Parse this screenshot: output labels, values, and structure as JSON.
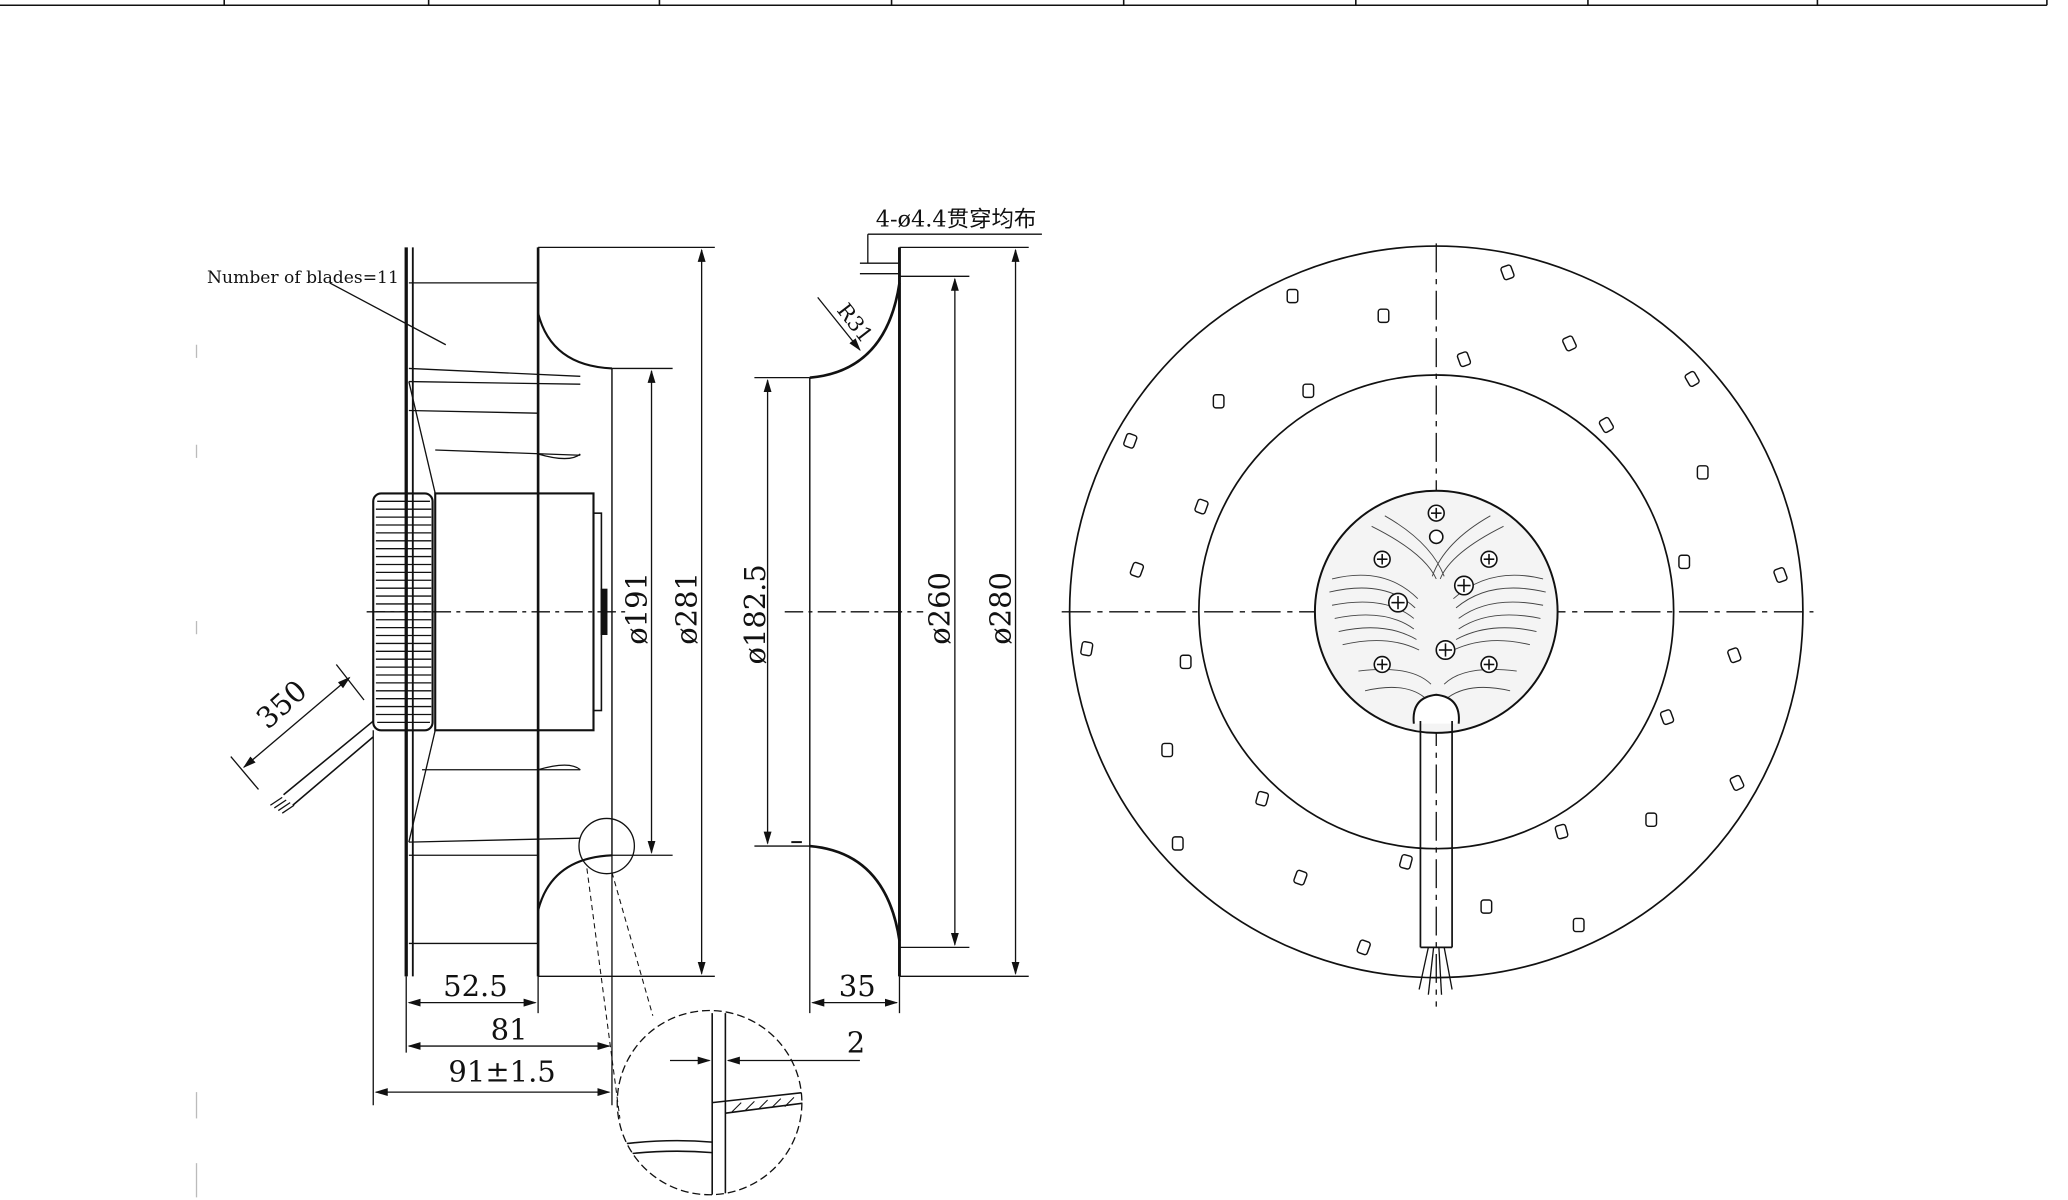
{
  "diagram": {
    "dimensions": {
      "blade_note": "Number of blades=11",
      "cable_length": "350",
      "dia_191": "ø191",
      "dia_281": "ø281",
      "dia_182_5": "ø182.5",
      "dia_260": "ø260",
      "dia_280": "ø280",
      "hole_note": "4-ø4.4贯穿均布",
      "radius": "R31",
      "len_52_5": "52.5",
      "len_81": "81",
      "len_91": "91±1.5",
      "len_35": "35",
      "len_2": "2"
    },
    "colors": {
      "line": "#111111",
      "background": "#ffffff"
    }
  }
}
